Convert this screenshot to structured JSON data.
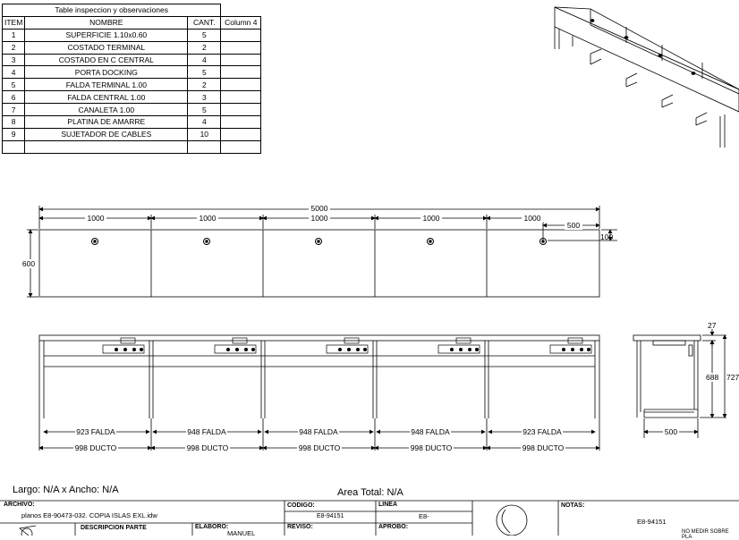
{
  "table": {
    "title": "Table inspeccion y observaciones",
    "headers": [
      "ITEM",
      "NOMBRE",
      "CANT.",
      "Column 4"
    ],
    "rows": [
      {
        "item": "1",
        "nombre": "SUPERFICIE 1.10x0.60",
        "cant": "5"
      },
      {
        "item": "2",
        "nombre": "COSTADO TERMINAL",
        "cant": "2"
      },
      {
        "item": "3",
        "nombre": "COSTADO EN C CENTRAL",
        "cant": "4"
      },
      {
        "item": "4",
        "nombre": "PORTA DOCKING",
        "cant": "5"
      },
      {
        "item": "5",
        "nombre": "FALDA TERMINAL 1.00",
        "cant": "2"
      },
      {
        "item": "6",
        "nombre": "FALDA CENTRAL 1.00",
        "cant": "3"
      },
      {
        "item": "7",
        "nombre": "CANALETA 1.00",
        "cant": "5"
      },
      {
        "item": "8",
        "nombre": "PLATINA DE AMARRE",
        "cant": "4"
      },
      {
        "item": "9",
        "nombre": "SUJETADOR DE CABLES",
        "cant": "10"
      }
    ]
  },
  "top_view": {
    "total_length": "5000",
    "module_widths": [
      "1000",
      "1000",
      "1000",
      "1000",
      "1000"
    ],
    "hole_offset": "500",
    "hole_depth": "100",
    "depth": "600"
  },
  "front_view": {
    "falda_labels": [
      "923 FALDA",
      "948 FALDA",
      "948 FALDA",
      "948 FALDA",
      "923 FALDA"
    ],
    "ducto_labels": [
      "998 DUCTO",
      "998 DUCTO",
      "998 DUCTO",
      "998 DUCTO",
      "998 DUCTO"
    ]
  },
  "side_view": {
    "top_thickness": "27",
    "inner_height": "688",
    "total_height": "727",
    "width": "500"
  },
  "summary": {
    "dimensions": "Largo: N/A x Ancho: N/A",
    "area": "Area Total: N/A"
  },
  "title_block": {
    "archivo_label": "ARCHIVO:",
    "archivo_value": "planos E8-90473-032. COPIA ISLAS EXL.idw",
    "codigo_label": "CODIGO:",
    "codigo_value": "E8-94151",
    "linea_label": "LINEA",
    "linea_value": "E8-",
    "notas_label": "NOTAS:",
    "notas_value": "E8-94151",
    "notas_sub": "NO MEDIR SOBRE PLA",
    "descripcion_label": "DESCRIPCION PARTE",
    "elaboro_label": "ELABORO:",
    "elaboro_value": "MANUEL",
    "reviso_label": "REVISO:",
    "aprobo_label": "APROBO:"
  }
}
